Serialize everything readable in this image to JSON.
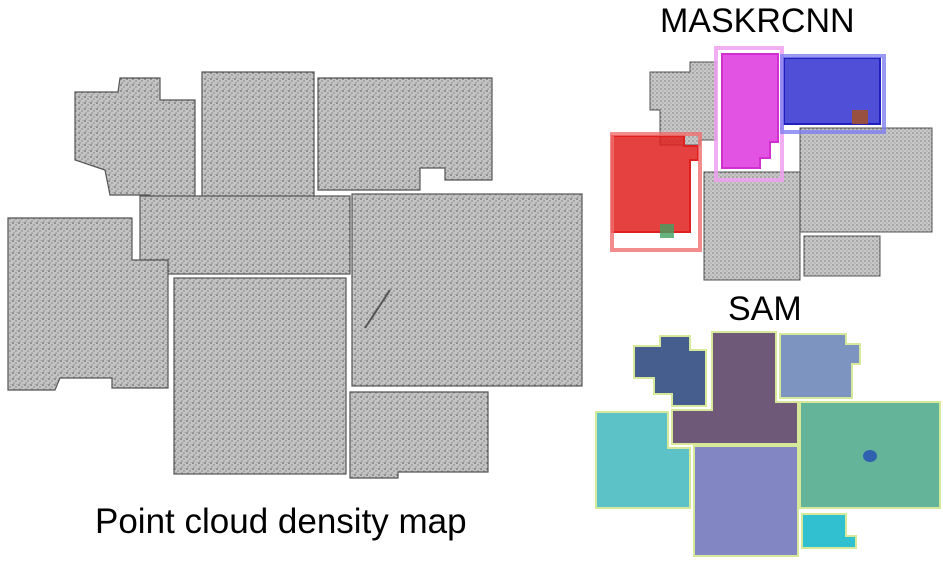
{
  "captions": {
    "density_map": "Point cloud density map",
    "maskrcnn": "MASKRCNN",
    "sam": "SAM"
  },
  "colors": {
    "background": "#ffffff",
    "room_fill": "#b9b9b9",
    "wall_dark": "#3a3a3a",
    "mask_red": "#e02020",
    "mask_magenta": "#e040e0",
    "mask_blue": "#3030d0",
    "mask_brown": "#a05030",
    "mask_green": "#40a060",
    "sam_dark_blue": "#465e8e",
    "sam_purple": "#6e5a78",
    "sam_light_blue": "#7e94c0",
    "sam_cyan": "#5cc2c8",
    "sam_periwinkle": "#8286c2",
    "sam_green": "#64b49a",
    "sam_bright_cyan": "#30c0d0",
    "sam_outline": "#d6e89a"
  }
}
